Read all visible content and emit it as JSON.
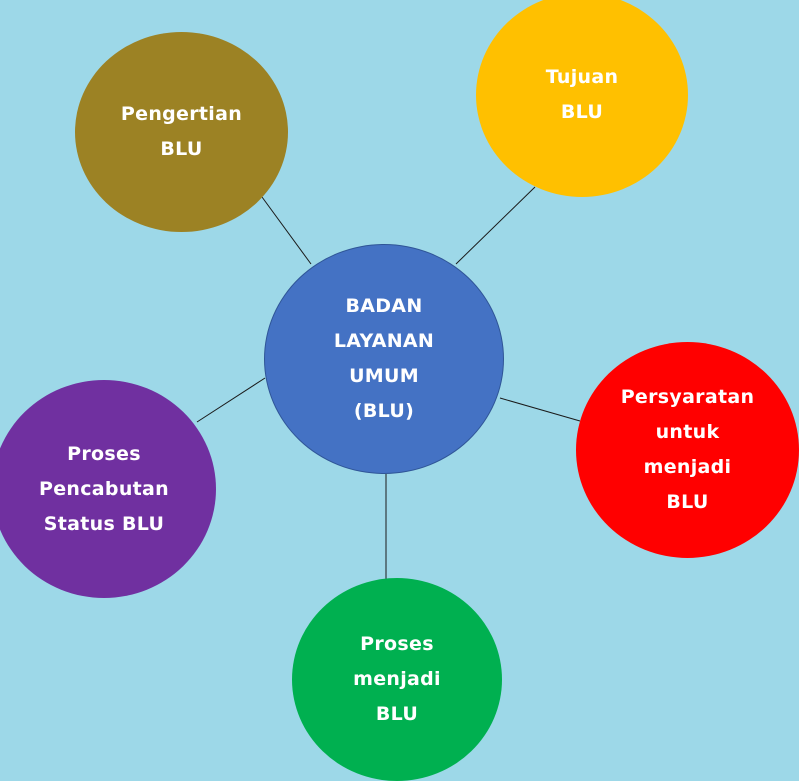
{
  "diagram": {
    "center": {
      "label": "BADAN\nLAYANAN\nUMUM\n(BLU)",
      "color": "#4472c4"
    },
    "nodes": {
      "pengertian": {
        "label": "Pengertian\nBLU",
        "color": "#9c8224"
      },
      "tujuan": {
        "label": "Tujuan\nBLU",
        "color": "#ffc000"
      },
      "persyaratan": {
        "label": "Persyaratan\nuntuk\nmenjadi\nBLU",
        "color": "#ff0000"
      },
      "proses": {
        "label": "Proses\nmenjadi\nBLU",
        "color": "#00b050"
      },
      "pencabutan": {
        "label": "Proses\nPencabutan\nStatus BLU",
        "color": "#7030a0"
      }
    },
    "line_color": "#1a1a1a",
    "background": "#9dd8e8"
  }
}
